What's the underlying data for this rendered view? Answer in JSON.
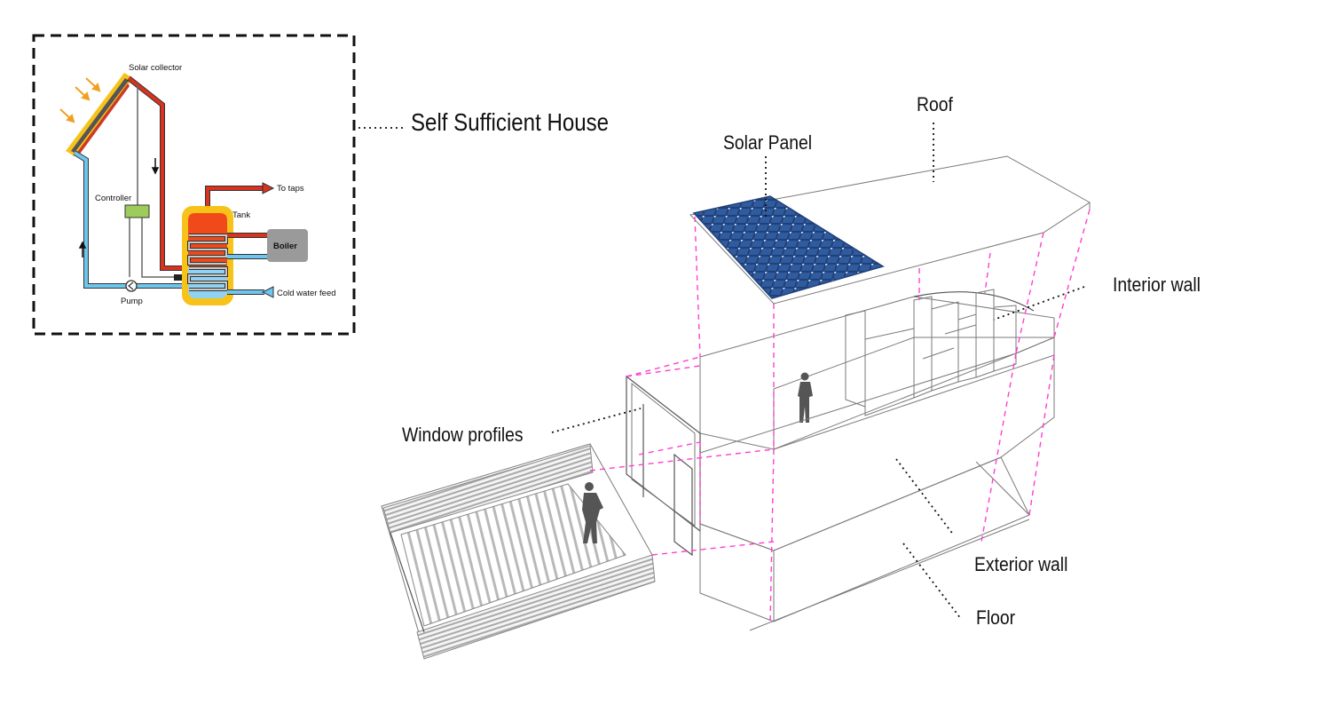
{
  "title": "Self Sufficient House",
  "inset": {
    "solar_collector": "Solar collector",
    "controller": "Controller",
    "pump": "Pump",
    "tank": "Tank",
    "to_taps": "To taps",
    "boiler": "Boiler",
    "cold_water_feed": "Cold water feed"
  },
  "labels": {
    "roof": "Roof",
    "solar_panel": "Solar Panel",
    "interior_wall": "Interior wall",
    "window_profiles": "Window profiles",
    "exterior_wall": "Exterior wall",
    "floor": "Floor"
  },
  "colors": {
    "projection_lines": "#ff3fd0",
    "hot_pipe": "#d9321e",
    "cold_pipe": "#6ec6ef",
    "tank_outer": "#f7c31a",
    "tank_hot": "#f04a1b",
    "tank_cold": "#8fd3f2",
    "solar_panel": "#2a4f8f",
    "boiler": "#9a9a9a"
  }
}
